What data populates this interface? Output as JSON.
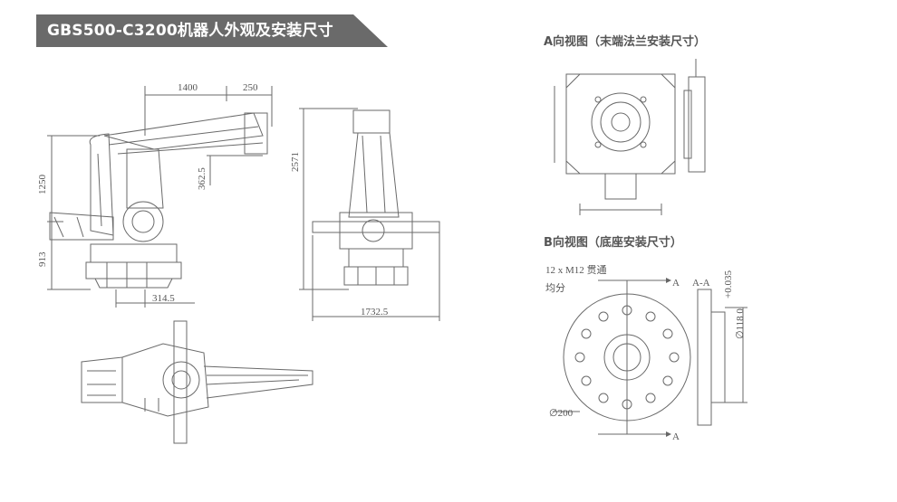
{
  "banner": {
    "title": "GBS500-C3200机器人外观及安装尺寸"
  },
  "side_view": {
    "dims": {
      "top_a": "1400",
      "top_b": "250",
      "left_a": "1250",
      "left_b": "913",
      "mid": "362.5",
      "bottom": "314.5"
    }
  },
  "front_view": {
    "dims": {
      "height": "2571",
      "width": "1732.5"
    }
  },
  "view_a": {
    "title": "A向视图（末端法兰安装尺寸）"
  },
  "view_b": {
    "title": "B向视图（底座安装尺寸）",
    "note_line1": "12 x M12   贯通",
    "note_line2": "均分",
    "arrow_label_top": "A",
    "arrow_label_bottom": "A",
    "section_label": "A-A",
    "dia_label": "∅200",
    "tol_label": "+0.035",
    "dia118": "∅118  0"
  }
}
